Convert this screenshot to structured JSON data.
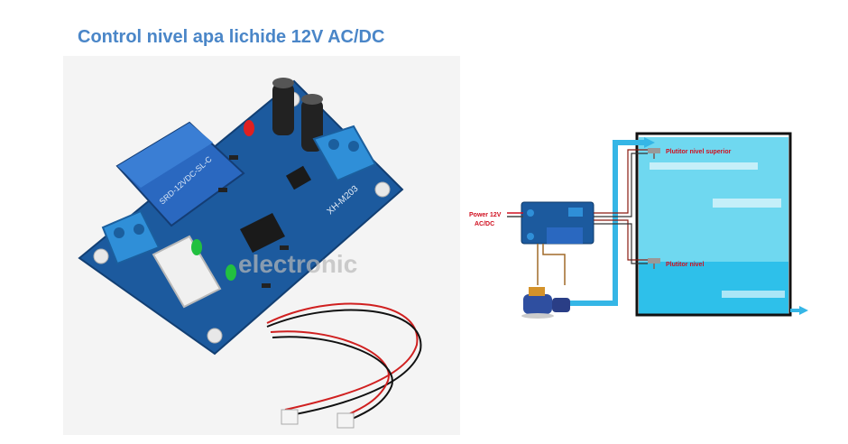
{
  "title": "Control nivel apa lichide 12V AC/DC",
  "photo": {
    "watermark": "electronic",
    "relay_text": "SRD-12VDC-SL-C",
    "board_text": "XH-M203"
  },
  "diagram": {
    "power_label_line1": "Power 12V",
    "power_label_line2": "AC/DC",
    "upper_float_label": "Plutitor nivel superior",
    "lower_float_label": "Plutitor nivel"
  },
  "colors": {
    "title": "#4a86c8",
    "board": "#1c5a9e",
    "relay": "#2a68c0",
    "terminal": "#2f8fd8",
    "water": "#6fd8f0",
    "pipe": "#35b6e6",
    "label_red": "#d01020"
  }
}
